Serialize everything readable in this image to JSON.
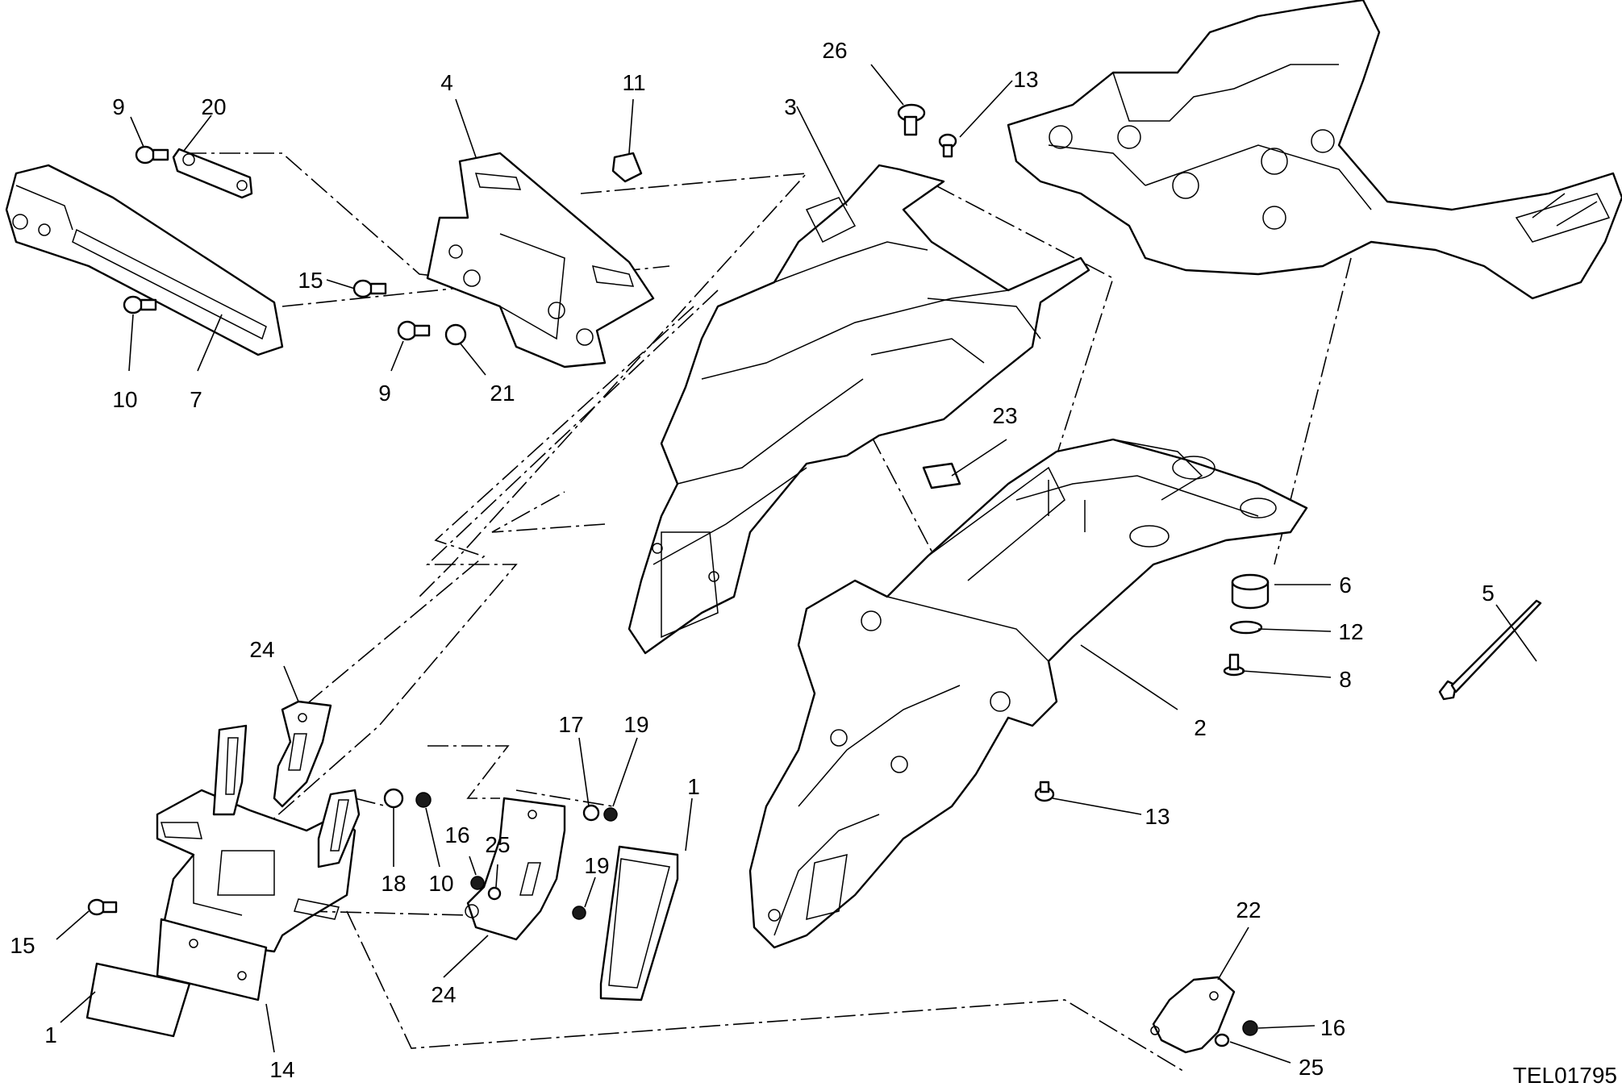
{
  "drawing_code": "TEL01795",
  "callouts": [
    {
      "id": "c-9a",
      "text": "9"
    },
    {
      "id": "c-20",
      "text": "20"
    },
    {
      "id": "c-4",
      "text": "4"
    },
    {
      "id": "c-11",
      "text": "11"
    },
    {
      "id": "c-3",
      "text": "3"
    },
    {
      "id": "c-26",
      "text": "26"
    },
    {
      "id": "c-13a",
      "text": "13"
    },
    {
      "id": "c-15a",
      "text": "15"
    },
    {
      "id": "c-10a",
      "text": "10"
    },
    {
      "id": "c-7",
      "text": "7"
    },
    {
      "id": "c-9b",
      "text": "9"
    },
    {
      "id": "c-21",
      "text": "21"
    },
    {
      "id": "c-23",
      "text": "23"
    },
    {
      "id": "c-6",
      "text": "6"
    },
    {
      "id": "c-5",
      "text": "5"
    },
    {
      "id": "c-12",
      "text": "12"
    },
    {
      "id": "c-8",
      "text": "8"
    },
    {
      "id": "c-2",
      "text": "2"
    },
    {
      "id": "c-13b",
      "text": "13"
    },
    {
      "id": "c-24a",
      "text": "24"
    },
    {
      "id": "c-17",
      "text": "17"
    },
    {
      "id": "c-19a",
      "text": "19"
    },
    {
      "id": "c-1a",
      "text": "1"
    },
    {
      "id": "c-16a",
      "text": "16"
    },
    {
      "id": "c-25a",
      "text": "25"
    },
    {
      "id": "c-19b",
      "text": "19"
    },
    {
      "id": "c-18",
      "text": "18"
    },
    {
      "id": "c-10b",
      "text": "10"
    },
    {
      "id": "c-15b",
      "text": "15"
    },
    {
      "id": "c-24b",
      "text": "24"
    },
    {
      "id": "c-1b",
      "text": "1"
    },
    {
      "id": "c-14",
      "text": "14"
    },
    {
      "id": "c-22",
      "text": "22"
    },
    {
      "id": "c-16b",
      "text": "16"
    },
    {
      "id": "c-25b",
      "text": "25"
    }
  ]
}
